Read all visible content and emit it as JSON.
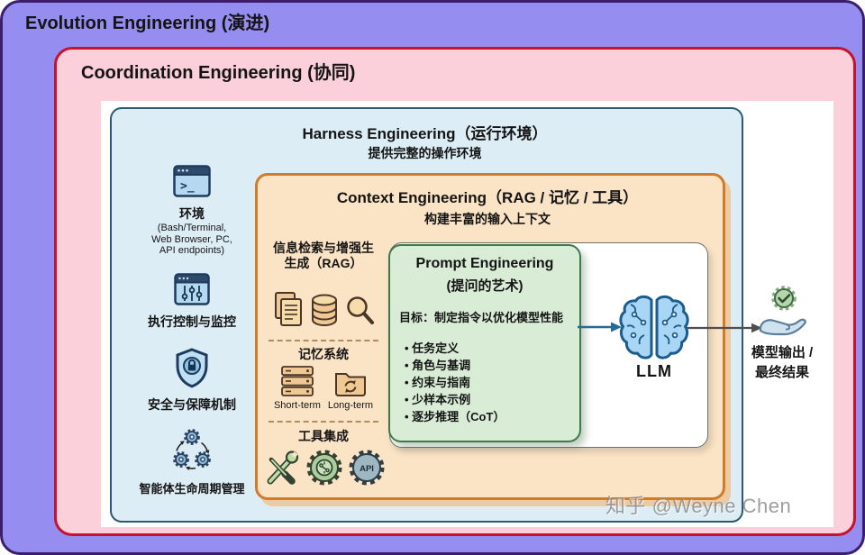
{
  "evolution": {
    "title": "Evolution Engineering (演进)"
  },
  "coordination": {
    "title": "Coordination Engineering (协同)"
  },
  "harness": {
    "title": "Harness Engineering（运行环境）",
    "subtitle": "提供完整的操作环境",
    "items": [
      {
        "label": "环境",
        "detail1": "(Bash/Terminal,",
        "detail2": "Web Browser, PC,",
        "detail3": "API endpoints)"
      },
      {
        "label": "执行控制与监控"
      },
      {
        "label": "安全与保障机制"
      },
      {
        "label": "智能体生命周期管理"
      }
    ]
  },
  "context": {
    "title": "Context Engineering（RAG / 记忆 / 工具）",
    "subtitle": "构建丰富的输入上下文",
    "rag": {
      "title_line1": "信息检索与增强生",
      "title_line2": "生成（RAG）"
    },
    "memory": {
      "title": "记忆系统",
      "short_label": "Short-term",
      "long_label": "Long-term"
    },
    "tools": {
      "title": "工具集成",
      "api_label": "API"
    }
  },
  "prompt": {
    "title": "Prompt Engineering",
    "subtitle": "(提问的艺术)",
    "goal": "目标：制定指令以优化模型性能",
    "bullets": [
      "任务定义",
      "角色与基调",
      "约束与指南",
      "少样本示例",
      "逐步推理（CoT）"
    ]
  },
  "llm": {
    "label": "LLM"
  },
  "output": {
    "line1": "模型输出 /",
    "line2": "最终结果"
  },
  "watermark": "知乎 @Weyne Chen",
  "colors": {
    "evolution_bg": "#968df1",
    "evolution_border": "#3b1d6b",
    "coordination_bg": "#fcd0da",
    "coordination_border": "#c5132d",
    "harness_bg": "#dcedf6",
    "harness_border": "#2b5a75",
    "context_bg": "#fbe4c6",
    "context_border": "#d07b28",
    "prompt_bg": "#d9edd6",
    "prompt_border": "#3c7a4c",
    "arrow_blue": "#256b94",
    "arrow_gray": "#4f4f4f"
  }
}
